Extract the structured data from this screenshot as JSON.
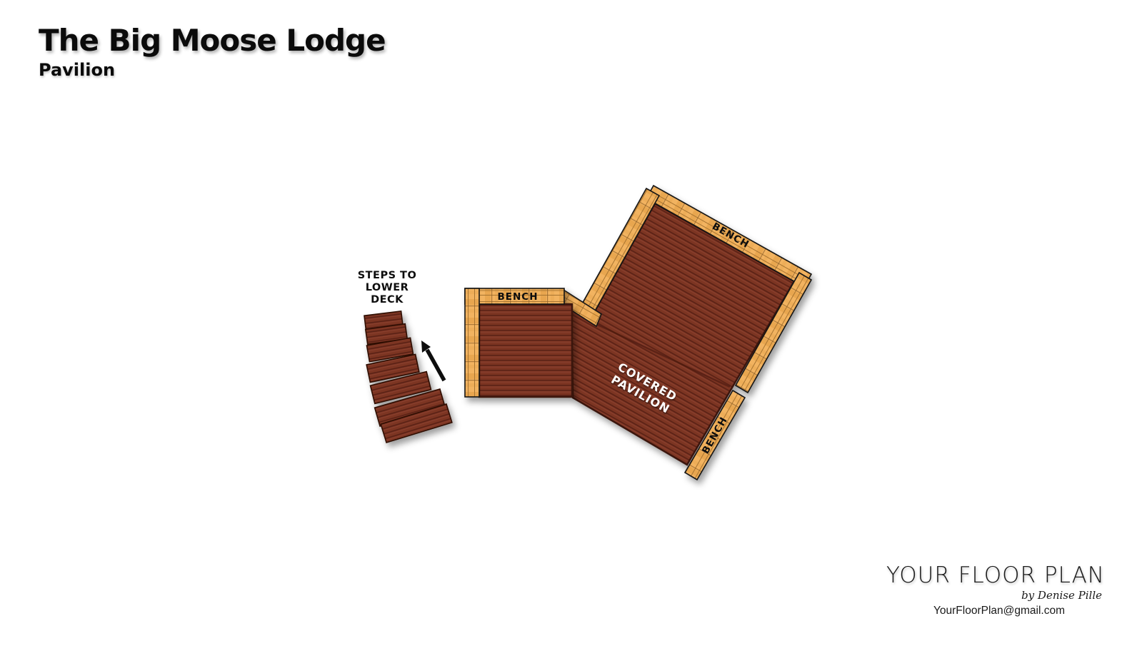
{
  "header": {
    "title": "The Big Moose Lodge",
    "subtitle": "Pavilion"
  },
  "plan": {
    "steps_label": {
      "line1": "STEPS TO",
      "line2": "LOWER",
      "line3": "DECK"
    },
    "left_deck_bench_label": "BENCH",
    "pavilion_top_bench_label": "BENCH",
    "pavilion_right_bench_label": "BENCH",
    "pavilion_label": {
      "line1": "COVERED",
      "line2": "PAVILION"
    }
  },
  "branding": {
    "logo": "YOUR FLOOR PLAN",
    "byline": "by Denise Pille",
    "email": "YourFloorPlan@gmail.com"
  },
  "colors": {
    "deck_brown": "#7c3423",
    "deck_plank_dark": "#5a2114",
    "deck_plank_light": "#8d4330",
    "bench_tan": "#f2b360",
    "bench_streak": "#e09a44",
    "bench_grain_line": "#a87430",
    "outline_dark": "#3a1208",
    "bench_outline": "#141414",
    "arrow_black": "#0d0d0d",
    "label_black": "#0d0d0d",
    "pavilion_label_white": "#ffffff"
  }
}
